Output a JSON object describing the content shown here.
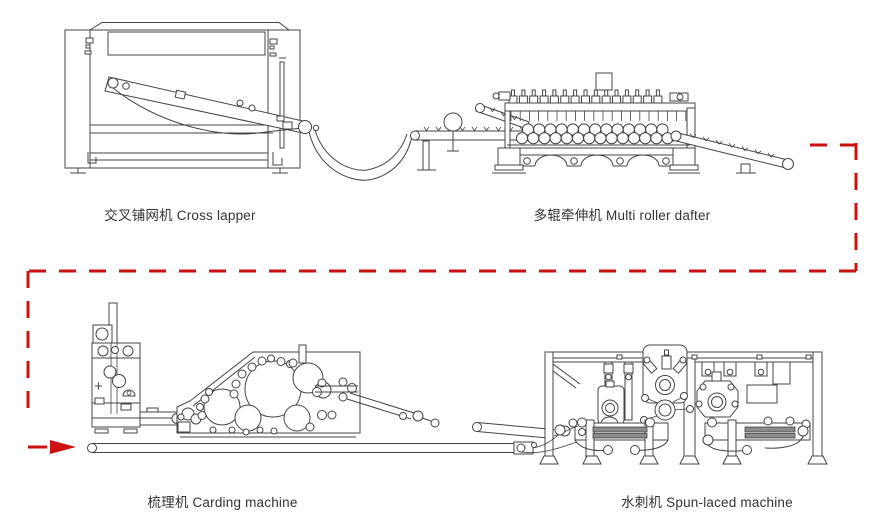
{
  "diagram": {
    "machines": [
      {
        "id": "cross-lapper",
        "label": "交叉铺网机 Cross lapper"
      },
      {
        "id": "multi-roller-dafter",
        "label": "多辊牵伸机 Multi roller dafter"
      },
      {
        "id": "carding-machine",
        "label": "梳理机 Carding machine"
      },
      {
        "id": "spun-laced-machine",
        "label": "水刺机 Spun-laced machine"
      }
    ],
    "flow": {
      "description": "dashed process-flow connector from Multi roller dafter output down and across to Carding machine infeed",
      "arrow_direction": "right"
    }
  },
  "colors": {
    "background": "#ffffff",
    "line": "#444444",
    "flow_red": "#cc1111",
    "text": "#333333"
  }
}
